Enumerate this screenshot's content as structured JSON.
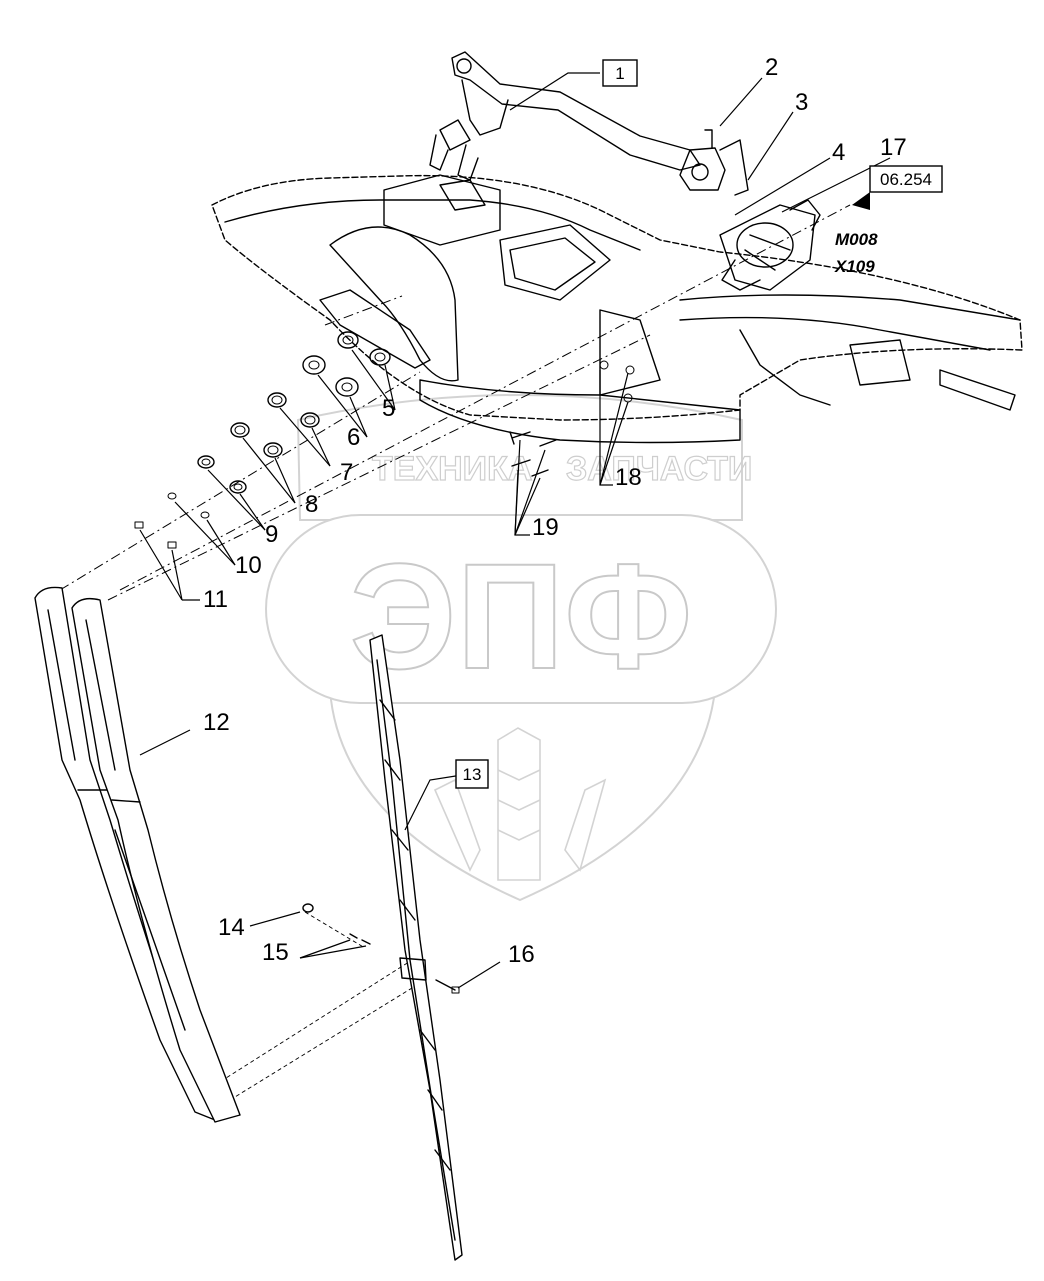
{
  "callouts": {
    "c1": "1",
    "c2": "2",
    "c3": "3",
    "c4": "4",
    "c5": "5",
    "c6": "6",
    "c7": "7",
    "c8": "8",
    "c9": "9",
    "c10": "10",
    "c11": "11",
    "c12": "12",
    "c13": "13",
    "c14": "14",
    "c15": "15",
    "c16": "16",
    "c17": "17",
    "c18": "18",
    "c19": "19"
  },
  "reference_box": "06.254",
  "connectors": {
    "motor": "M008",
    "plug": "X109"
  },
  "watermark": {
    "text_left": "ТЕХНИКА",
    "text_right": "ЗАПЧАСТИ",
    "logo_letters": "ЭПФ"
  }
}
